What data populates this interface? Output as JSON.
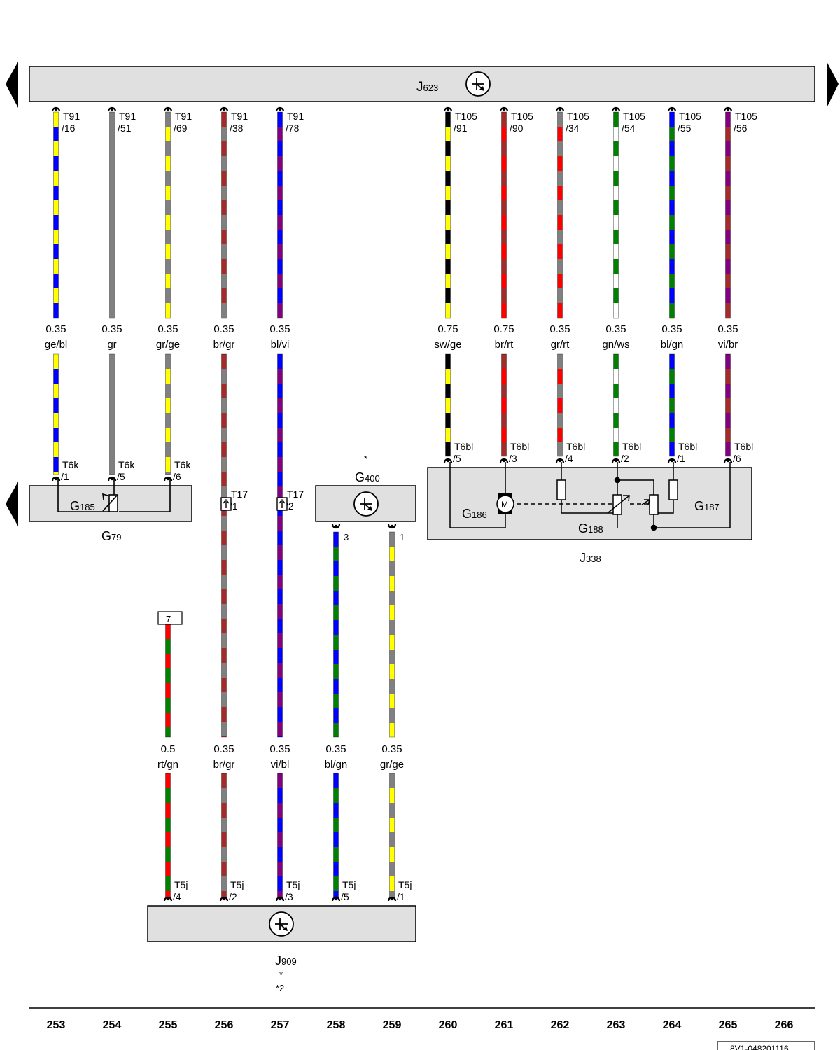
{
  "components": {
    "J623": {
      "main": "J",
      "sub": "623"
    },
    "G79": {
      "main": "G",
      "sub": "79"
    },
    "G185": {
      "main": "G",
      "sub": "185"
    },
    "G400": {
      "main": "G",
      "sub": "400",
      "mark": "*"
    },
    "J338": {
      "main": "J",
      "sub": "338"
    },
    "G186": {
      "main": "G",
      "sub": "186"
    },
    "G187": {
      "main": "G",
      "sub": "187"
    },
    "G188": {
      "main": "G",
      "sub": "188"
    },
    "J909": {
      "main": "J",
      "sub": "909",
      "mark1": "*",
      "mark2": "*2"
    },
    "ref7": "7",
    "motor": "M"
  },
  "top_wires": [
    {
      "col": "253",
      "pin1": "T91",
      "pin2": "/16",
      "size": "0.35",
      "color": "ge/bl",
      "hex": [
        "#ffff00",
        "#0000ff"
      ],
      "bottom_pin1": "T6k",
      "bottom_pin2": "/1"
    },
    {
      "col": "254",
      "pin1": "T91",
      "pin2": "/51",
      "size": "0.35",
      "color": "gr",
      "hex": [
        "#808080"
      ],
      "bottom_pin1": "T6k",
      "bottom_pin2": "/5"
    },
    {
      "col": "255",
      "pin1": "T91",
      "pin2": "/69",
      "size": "0.35",
      "color": "gr/ge",
      "hex": [
        "#808080",
        "#ffff00"
      ],
      "bottom_pin1": "T6k",
      "bottom_pin2": "/6"
    },
    {
      "col": "256",
      "pin1": "T91",
      "pin2": "/38",
      "size": "0.35",
      "color": "br/gr",
      "hex": [
        "#a52a2a",
        "#808080"
      ],
      "bottom_pin1": "T17",
      "bottom_pin2": "/1"
    },
    {
      "col": "257",
      "pin1": "T91",
      "pin2": "/78",
      "size": "0.35",
      "color": "bl/vi",
      "hex": [
        "#0000ff",
        "#800080"
      ],
      "bottom_pin1": "T17",
      "bottom_pin2": "/2"
    },
    {
      "col": "260",
      "pin1": "T105",
      "pin2": "/91",
      "size": "0.75",
      "color": "sw/ge",
      "hex": [
        "#000000",
        "#ffff00"
      ],
      "bottom_pin1": "T6bl",
      "bottom_pin2": "/5"
    },
    {
      "col": "261",
      "pin1": "T105",
      "pin2": "/90",
      "size": "0.75",
      "color": "br/rt",
      "hex": [
        "#a52a2a",
        "#ff0000"
      ],
      "bottom_pin1": "T6bl",
      "bottom_pin2": "/3"
    },
    {
      "col": "262",
      "pin1": "T105",
      "pin2": "/34",
      "size": "0.35",
      "color": "gr/rt",
      "hex": [
        "#808080",
        "#ff0000"
      ],
      "bottom_pin1": "T6bl",
      "bottom_pin2": "/4"
    },
    {
      "col": "263",
      "pin1": "T105",
      "pin2": "/54",
      "size": "0.35",
      "color": "gn/ws",
      "hex": [
        "#008000",
        "#ffffff"
      ],
      "bottom_pin1": "T6bl",
      "bottom_pin2": "/2"
    },
    {
      "col": "264",
      "pin1": "T105",
      "pin2": "/55",
      "size": "0.35",
      "color": "bl/gn",
      "hex": [
        "#0000ff",
        "#008000"
      ],
      "bottom_pin1": "T6bl",
      "bottom_pin2": "/1"
    },
    {
      "col": "265",
      "pin1": "T105",
      "pin2": "/56",
      "size": "0.35",
      "color": "vi/br",
      "hex": [
        "#800080",
        "#a52a2a"
      ],
      "bottom_pin1": "T6bl",
      "bottom_pin2": "/6"
    }
  ],
  "g400_pins": {
    "left": "3",
    "right": "1"
  },
  "bottom_wires": [
    {
      "col": "255",
      "size": "0.5",
      "color": "rt/gn",
      "hex": [
        "#ff0000",
        "#008000"
      ],
      "pin1": "T5j",
      "pin2": "/4"
    },
    {
      "col": "256",
      "size": "0.35",
      "color": "br/gr",
      "hex": [
        "#a52a2a",
        "#808080"
      ],
      "pin1": "T5j",
      "pin2": "/2"
    },
    {
      "col": "257",
      "size": "0.35",
      "color": "vi/bl",
      "hex": [
        "#800080",
        "#0000ff"
      ],
      "pin1": "T5j",
      "pin2": "/3"
    },
    {
      "col": "258",
      "size": "0.35",
      "color": "bl/gn",
      "hex": [
        "#0000ff",
        "#008000"
      ],
      "pin1": "T5j",
      "pin2": "/5"
    },
    {
      "col": "259",
      "size": "0.35",
      "color": "gr/ge",
      "hex": [
        "#808080",
        "#ffff00"
      ],
      "pin1": "T5j",
      "pin2": "/1"
    }
  ],
  "columns": [
    "253",
    "254",
    "255",
    "256",
    "257",
    "258",
    "259",
    "260",
    "261",
    "262",
    "263",
    "264",
    "265",
    "266"
  ],
  "doc_id": "8V1-048201116"
}
